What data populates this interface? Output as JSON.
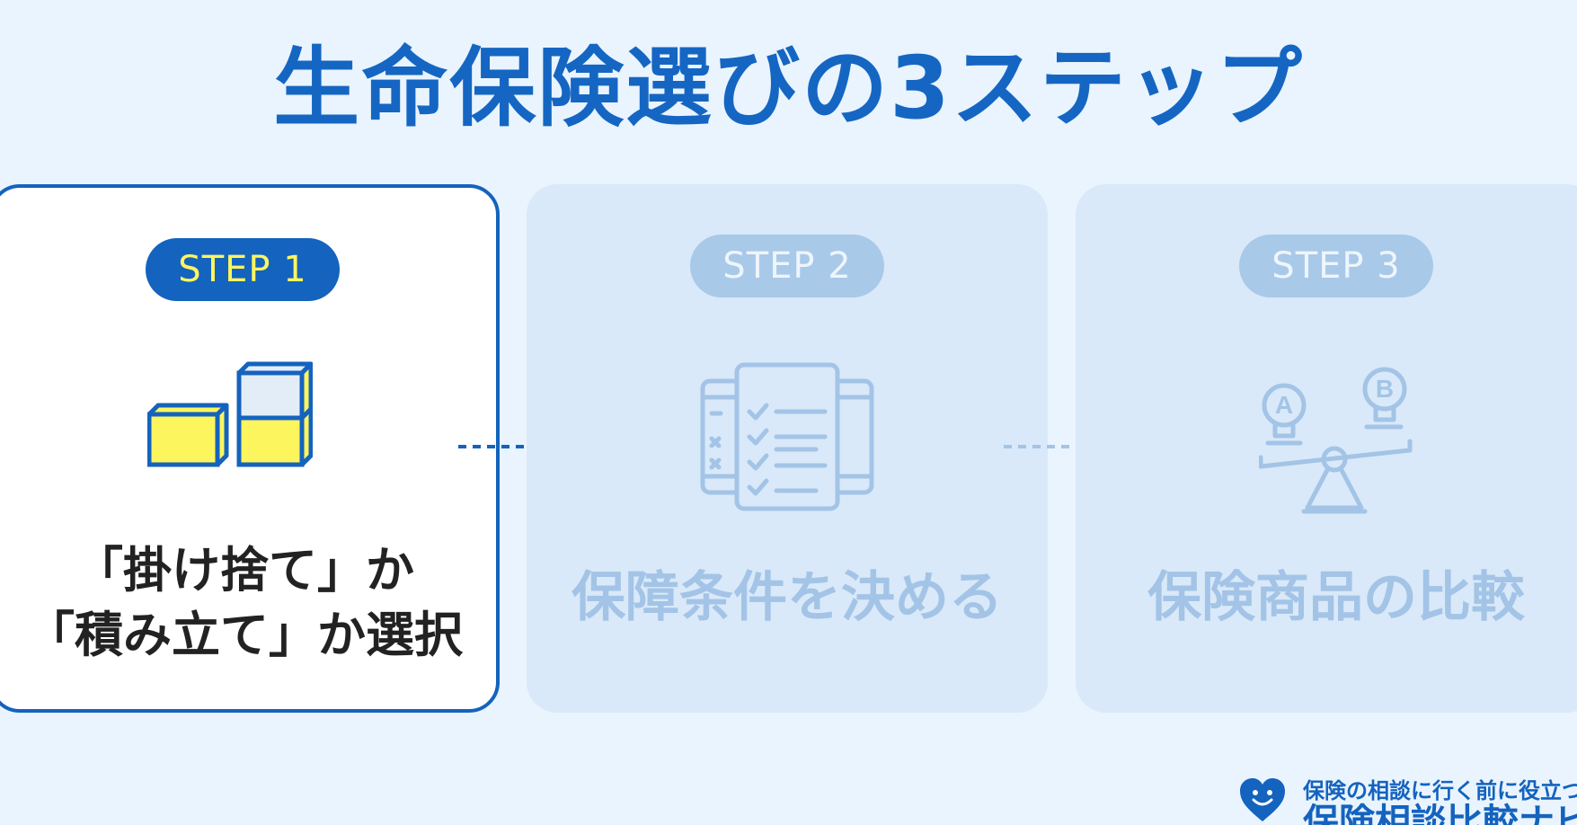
{
  "title": "生命保険選びの3ステップ",
  "steps": [
    {
      "badge": "STEP 1",
      "label_line1": "「掛け捨て」か",
      "label_line2": "「積み立て」か選択",
      "icon": "stacked-boxes-icon",
      "state": "active"
    },
    {
      "badge": "STEP 2",
      "label": "保障条件を決める",
      "icon": "checklist-document-icon",
      "state": "inactive"
    },
    {
      "badge": "STEP 3",
      "label": "保険商品の比較",
      "icon": "balance-scale-ab-icon",
      "state": "inactive"
    }
  ],
  "brand": {
    "tagline": "保険の相談に行く前に役立つ",
    "name": "保険相談比較ナビ",
    "icon": "heart-smile-icon"
  },
  "colors": {
    "background": "#e9f4fe",
    "primary": "#1463be",
    "highlight_yellow": "#fdf55e",
    "inactive_card": "#d9e9f9",
    "inactive_text": "#a3c4e6"
  }
}
